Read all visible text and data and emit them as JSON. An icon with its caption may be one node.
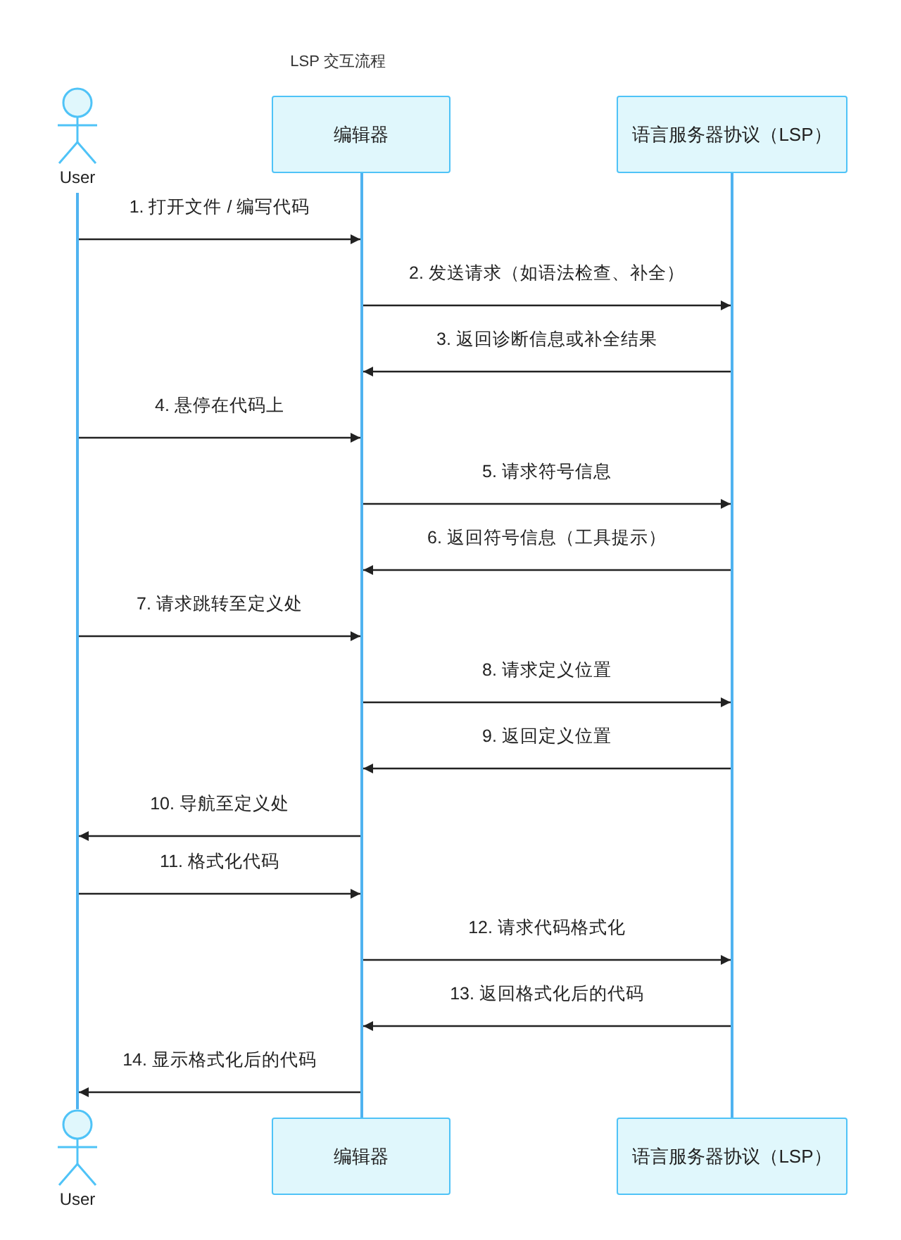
{
  "diagram": {
    "title": "LSP 交互流程",
    "nodes": [
      {
        "text": [
          "User"
        ]
      },
      {
        "text": [
          "编辑器"
        ]
      },
      {
        "text": [
          "语言服务器协议（LSP）"
        ]
      },
      {
        "text": [],
        "shape": "bar"
      },
      {
        "text": [],
        "shape": "bar"
      },
      {
        "text": [],
        "shape": "bar"
      },
      {
        "text": [
          "User"
        ]
      },
      {
        "text": [
          "编辑器"
        ]
      },
      {
        "text": [
          "语言服务器协议（LSP）"
        ]
      }
    ],
    "edges": [
      {
        "from": 3,
        "to": 4,
        "arrow": "to",
        "label": "1. 打开文件 / 编写代码"
      },
      {
        "from": 4,
        "to": 5,
        "arrow": "to",
        "label": "2. 发送请求（如语法检查、补全）"
      },
      {
        "from": 5,
        "to": 4,
        "arrow": "to",
        "label": "3. 返回诊断信息或补全结果"
      },
      {
        "from": 3,
        "to": 4,
        "arrow": "to",
        "label": "4. 悬停在代码上"
      },
      {
        "from": 4,
        "to": 5,
        "arrow": "to",
        "label": "5. 请求符号信息"
      },
      {
        "from": 5,
        "to": 4,
        "arrow": "to",
        "label": "6. 返回符号信息（工具提示）"
      },
      {
        "from": 3,
        "to": 4,
        "arrow": "to",
        "label": "7. 请求跳转至定义处"
      },
      {
        "from": 4,
        "to": 5,
        "arrow": "to",
        "label": "8. 请求定义位置"
      },
      {
        "from": 5,
        "to": 4,
        "arrow": "to",
        "label": "9. 返回定义位置"
      },
      {
        "from": 4,
        "to": 3,
        "arrow": "to",
        "label": "10. 导航至定义处"
      },
      {
        "from": 3,
        "to": 4,
        "arrow": "to",
        "label": "11. 格式化代码"
      },
      {
        "from": 4,
        "to": 5,
        "arrow": "to",
        "label": "12. 请求代码格式化"
      },
      {
        "from": 5,
        "to": 4,
        "arrow": "to",
        "label": "13. 返回格式化后的代码"
      },
      {
        "from": 4,
        "to": 3,
        "arrow": "to",
        "label": "14. 显示格式化后的代码"
      }
    ]
  }
}
